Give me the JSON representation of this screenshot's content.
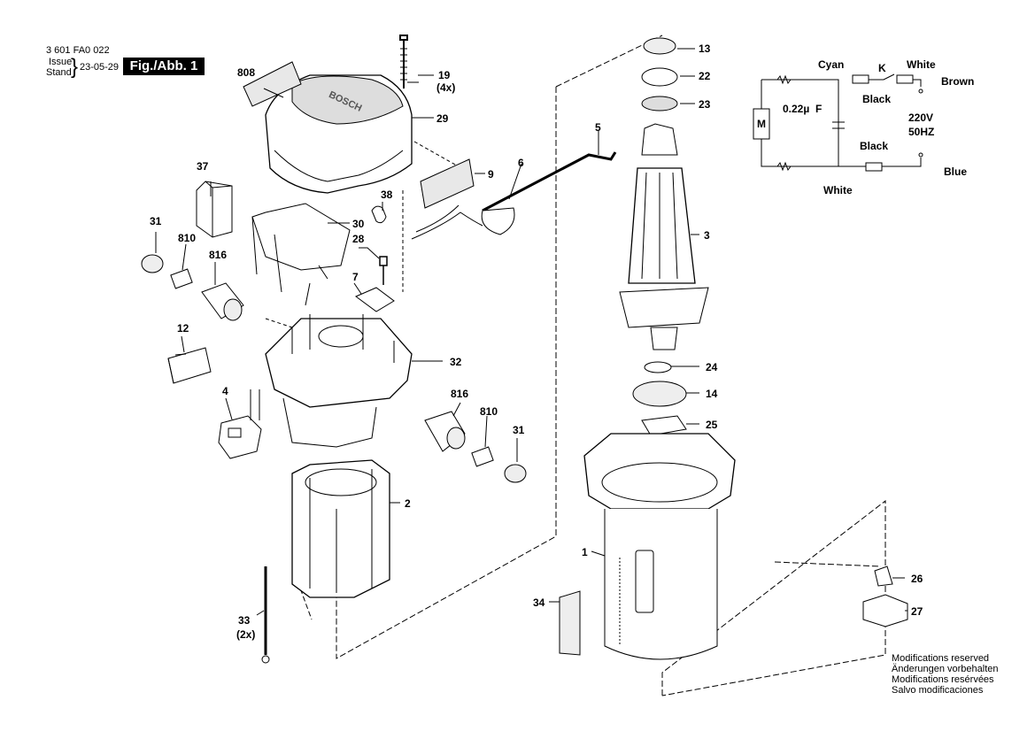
{
  "header": {
    "doc_number": "3 601 FA0 022",
    "issue_label": "Issue",
    "stand_label": "Stand",
    "date": "23-05-29",
    "figure": "Fig./Abb. 1"
  },
  "parts": {
    "p808": "808",
    "p19": "19",
    "p19q": "(4x)",
    "p29": "29",
    "p37": "37",
    "p38": "38",
    "p31a": "31",
    "p810a": "810",
    "p816a": "816",
    "p30": "30",
    "p28": "28",
    "p7": "7",
    "p12": "12",
    "p32": "32",
    "p4": "4",
    "p816b": "816",
    "p810b": "810",
    "p31b": "31",
    "p2": "2",
    "p33": "33",
    "p33q": "(2x)",
    "p9": "9",
    "p6": "6",
    "p5": "5",
    "p13": "13",
    "p22": "22",
    "p23": "23",
    "p3": "3",
    "p24": "24",
    "p14": "14",
    "p25": "25",
    "p1": "1",
    "p34": "34",
    "p26": "26",
    "p27": "27"
  },
  "wiring": {
    "cyan": "Cyan",
    "k": "K",
    "white_top": "White",
    "brown": "Brown",
    "black_top": "Black",
    "cap": "0.22µ",
    "f": "F",
    "voltage": "220V",
    "freq": "50HZ",
    "black_bottom": "Black",
    "blue": "Blue",
    "white_bottom": "White",
    "motor": "M"
  },
  "notes": [
    "Modifications reserved",
    "Änderungen vorbehalten",
    "Modifications resérvées",
    "Salvo modificaciones"
  ]
}
